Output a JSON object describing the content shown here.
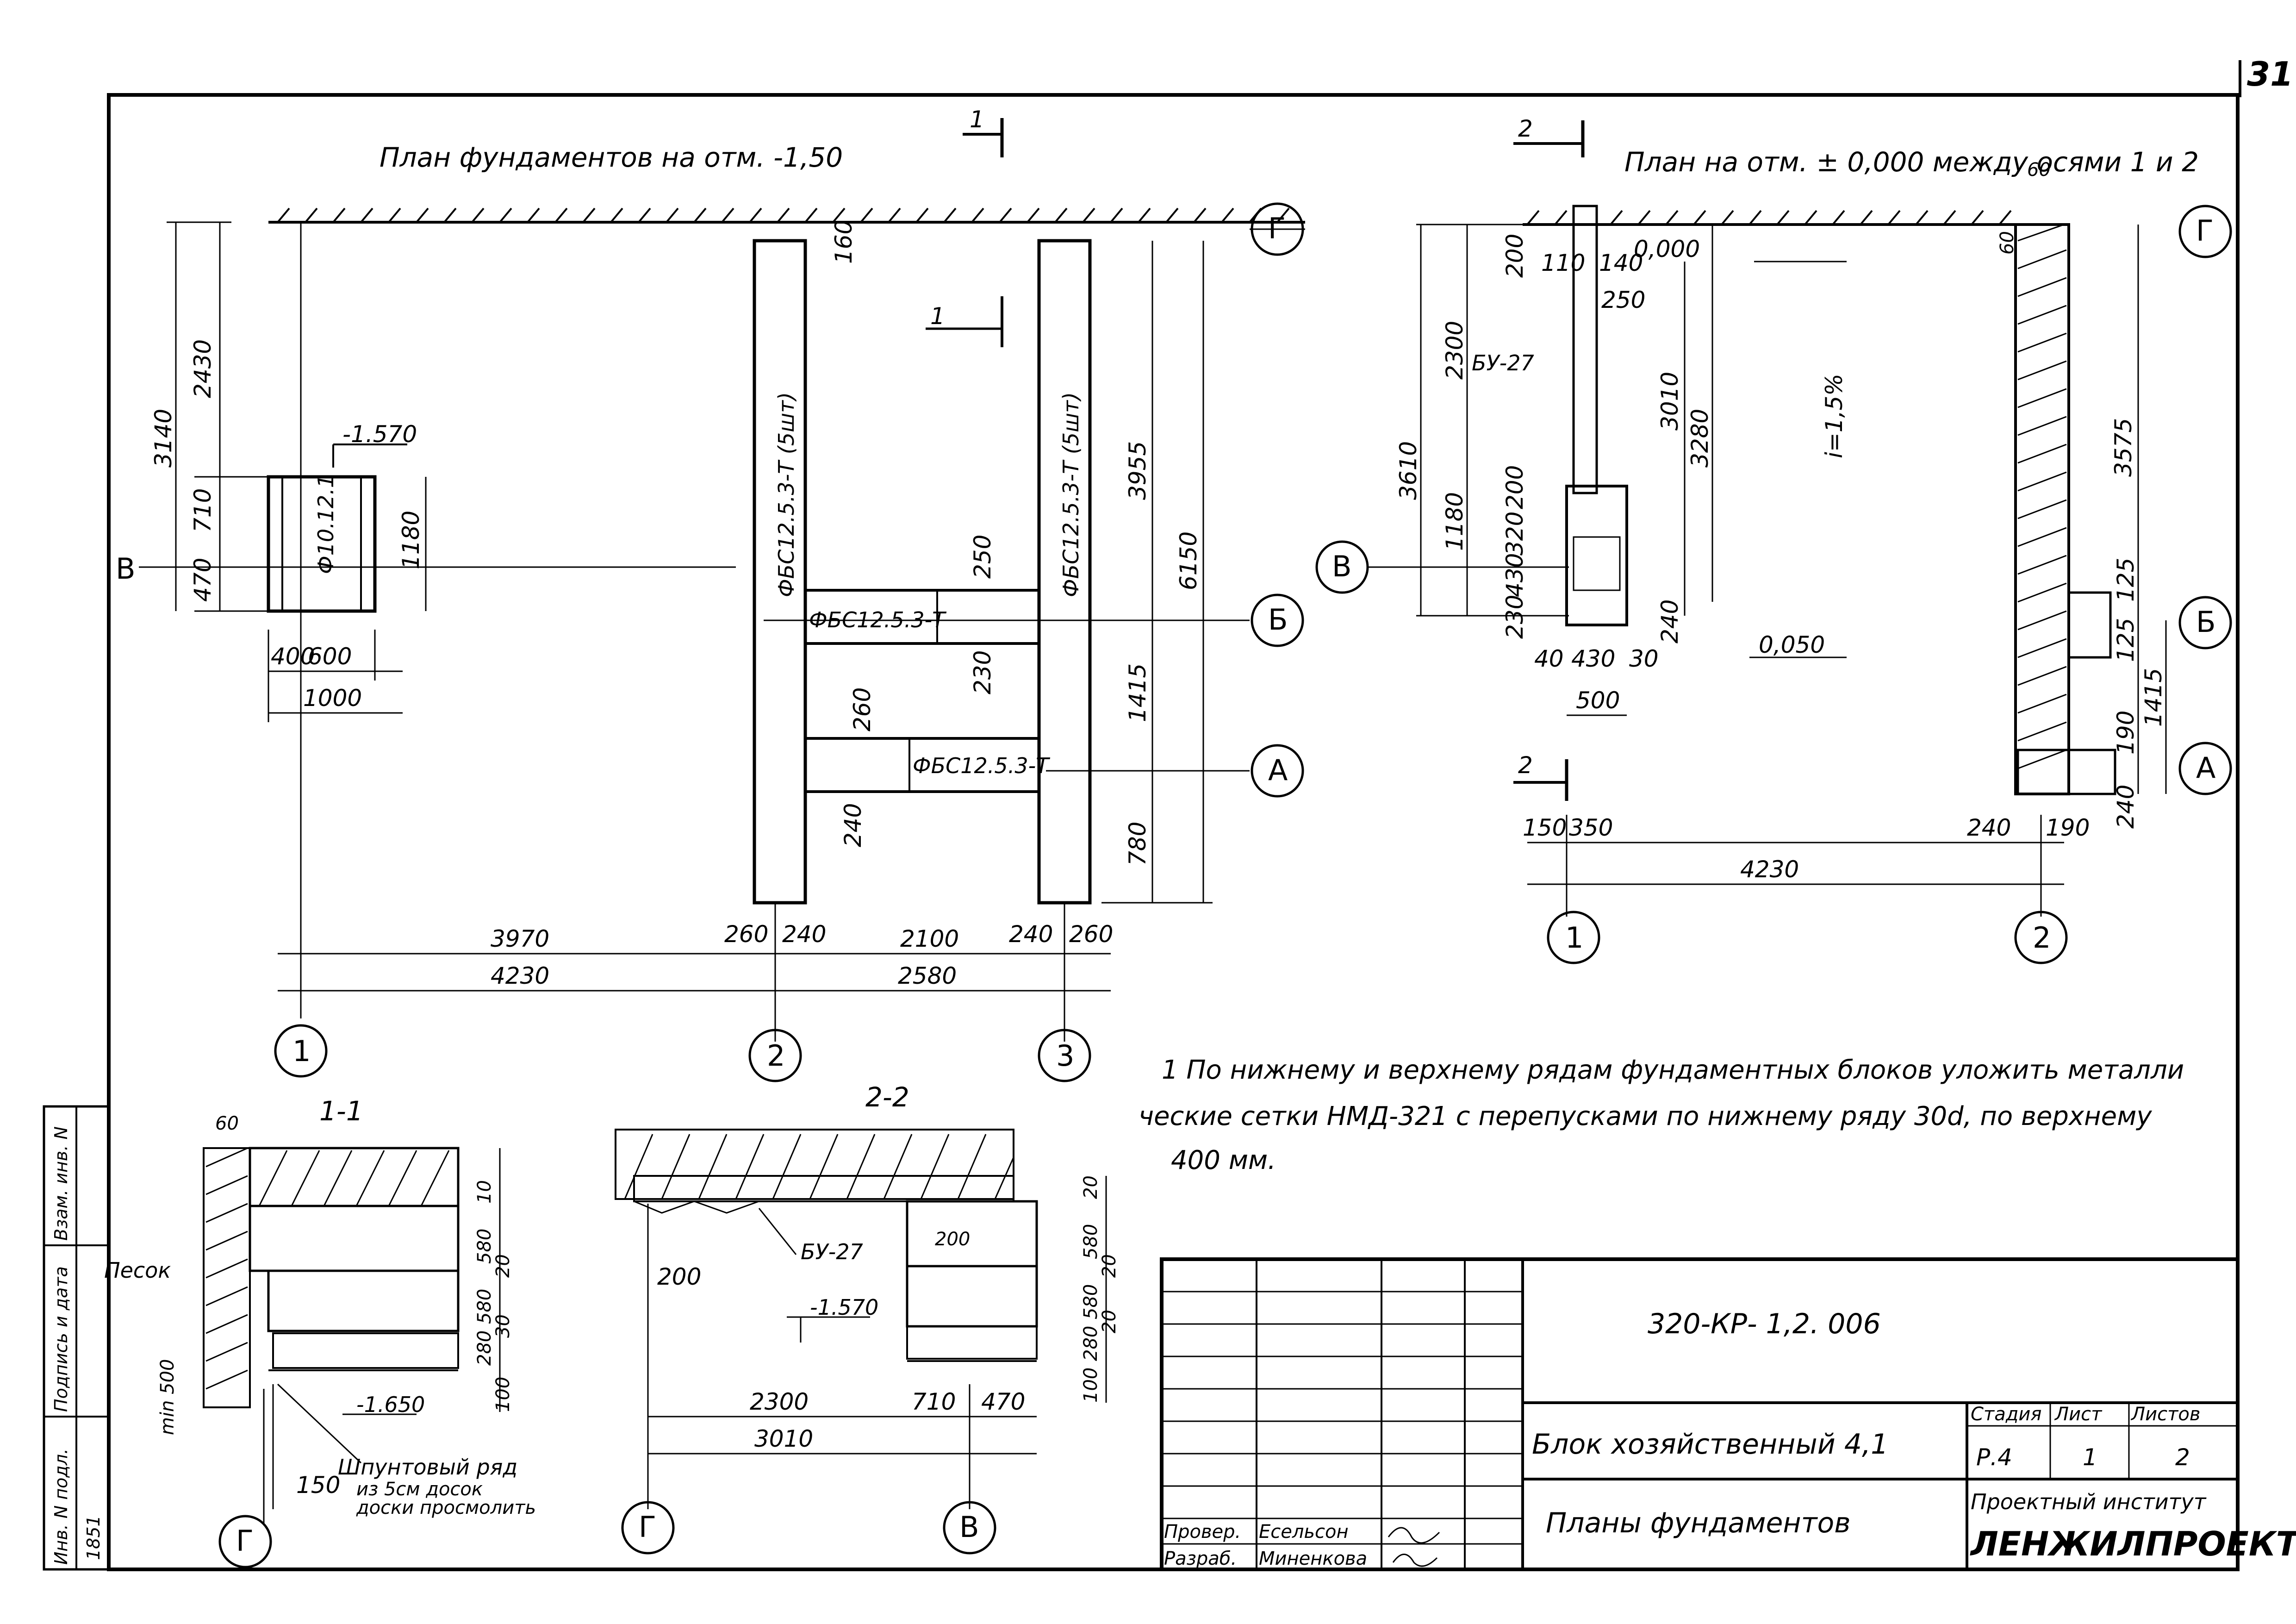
{
  "sheet_number": "31",
  "plan1": {
    "title": "План фундаментов на отм. -1,50",
    "cut_mark": "1",
    "block_label": "Ф10.12.1",
    "elev": "-1.570",
    "left_dims": {
      "d3140": "3140",
      "d2430": "2430",
      "d710": "710",
      "d470": "470",
      "d1180": "1180"
    },
    "bottom_left": {
      "d400": "400",
      "d600": "600",
      "d1000": "1000"
    },
    "wall_labels": {
      "w1": "ФБС12.5.3-Т (5шт)",
      "w2": "ФБС12.5.3-Т (5шт)",
      "b1": "ФБС12.5.3-Т",
      "b2": "ФБС12.5.3-Т"
    },
    "dims": {
      "d160": "160",
      "d250": "250",
      "d230": "230",
      "d260": "260",
      "d240": "240",
      "d3955": "3955",
      "d6150": "6150",
      "d1415": "1415",
      "d780": "780"
    },
    "bottom": {
      "d3970": "3970",
      "d4230": "4230",
      "d260a": "260",
      "d240a": "240",
      "d2100": "2100",
      "d240b": "240",
      "d260b": "260",
      "d2580": "2580"
    },
    "axes": {
      "g": "Г",
      "b": "Б",
      "a": "А",
      "v": "В",
      "n1": "1",
      "n2": "2",
      "n3": "3"
    }
  },
  "plan2": {
    "title": "План на отм. ± 0,000 между осями 1 и 2",
    "cut_mark": "2",
    "elev_top": "0,000",
    "elev_mid": "0,050",
    "slope": "i=1,5%",
    "beam": "БУ-27",
    "dims": {
      "d60a": "60",
      "d60b": "60",
      "d200": "200",
      "d110": "110",
      "d140": "140",
      "d250": "250",
      "d2300": "2300",
      "d3010": "3010",
      "d3280": "3280",
      "d3610": "3610",
      "d1180": "1180",
      "d200b": "200",
      "d320": "320",
      "d430": "430",
      "d230": "230",
      "d240": "240",
      "d40": "40",
      "d430b": "430",
      "d30": "30",
      "d500": "500",
      "d150": "150",
      "d350": "350",
      "d4230": "4230",
      "d240b": "240",
      "d190": "190",
      "d3575": "3575",
      "d125a": "125",
      "d125b": "125",
      "d1415": "1415",
      "d190b": "190",
      "d240c": "240"
    },
    "axes": {
      "g": "Г",
      "v": "В",
      "b": "Б",
      "a": "А",
      "n1": "1",
      "n2": "2"
    }
  },
  "section1": {
    "title": "1-1",
    "sand": "Песок",
    "d60": "60",
    "d10": "10",
    "d580a": "580",
    "d20a": "20",
    "d580b": "580",
    "d30": "30",
    "d280": "280",
    "d100": "100",
    "elev": "-1.650",
    "min": "min 500",
    "d150": "150",
    "note_line1": "Шпунтовый ряд",
    "note_line2": "из 5см досок",
    "note_line3": "доски просмолить",
    "axis": "Г"
  },
  "section2": {
    "title": "2-2",
    "beam": "БУ-27",
    "d20": "20",
    "d580": "580",
    "d20b": "20",
    "d580b": "580",
    "d280": "280",
    "d20c": "20",
    "d100": "100",
    "d200": "200",
    "d200b": "200",
    "elev": "-1.570",
    "d2300": "2300",
    "d710": "710",
    "d470": "470",
    "d3010": "3010",
    "axis_g": "Г",
    "axis_v": "В"
  },
  "note": {
    "line1": "1 По нижнему и верхнему рядам фундаментных блоков уложить металли",
    "line2": "ческие сетки НМД-321 с перепусками по нижнему ряду 30d, по верхнему",
    "line3": "400 мм."
  },
  "title_block": {
    "code": "320-КР- 1,2. 006",
    "name": "Блок хозяйственный 4,1",
    "sheet_title": "Планы фундаментов",
    "stage_h": "Стадия",
    "sheet_h": "Лист",
    "sheets_h": "Листов",
    "stage": "Р.4",
    "sheet": "1",
    "sheets": "2",
    "org1": "Проектный институт",
    "org2": "ЛЕНЖИЛПРОЕКТ",
    "role1": "Провер.",
    "name1": "Есельсон",
    "role2": "Разраб.",
    "name2": "Миненкова"
  },
  "side_stamp": {
    "c1": "Взам. инв. N",
    "c2": "Подпись и дата",
    "c3": "Инв. N подл.",
    "inv": "1851"
  }
}
